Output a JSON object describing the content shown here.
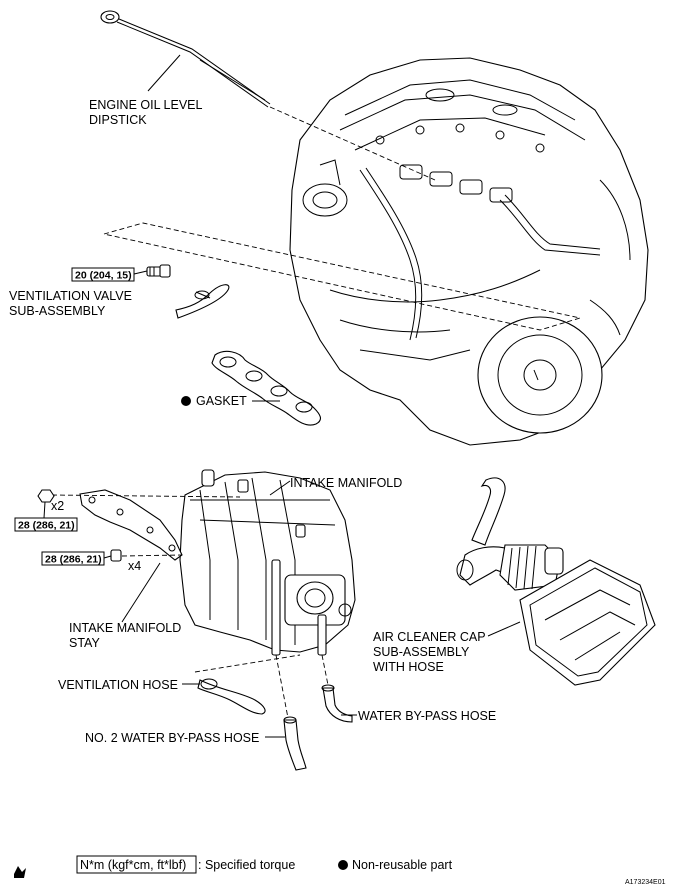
{
  "labels": {
    "dipstick_line1": "ENGINE OIL LEVEL",
    "dipstick_line2": "DIPSTICK",
    "vent_valve_line1": "VENTILATION VALVE",
    "vent_valve_line2": "SUB-ASSEMBLY",
    "gasket": "GASKET",
    "intake_manifold": "INTAKE MANIFOLD",
    "stay_line1": "INTAKE MANIFOLD",
    "stay_line2": "STAY",
    "vent_hose": "VENTILATION HOSE",
    "no2_water_hose": "NO. 2 WATER BY-PASS HOSE",
    "water_hose": "WATER BY-PASS HOSE",
    "air_cleaner_line1": "AIR CLEANER CAP",
    "air_cleaner_line2": "SUB-ASSEMBLY",
    "air_cleaner_line3": "WITH HOSE"
  },
  "torque": {
    "vent_valve": "20 (204, 15)",
    "stay_upper": "28 (286, 21)",
    "stay_lower": "28 (286, 21)"
  },
  "quantities": {
    "upper": "x2",
    "lower": "x4"
  },
  "legend": {
    "torque_unit": "N*m (kgf*cm, ft*lbf)",
    "torque_text": ": Specified torque",
    "nonreusable_text": "Non-reusable part"
  },
  "figure_id": "A173234E01"
}
